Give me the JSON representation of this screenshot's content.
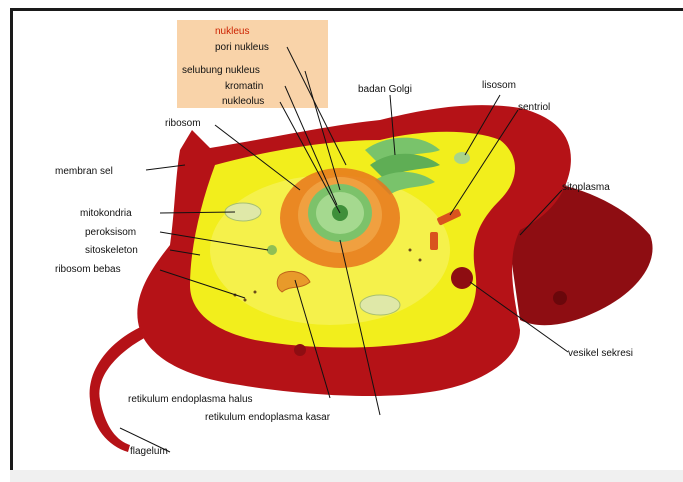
{
  "labels": {
    "nukleus": "nukleus",
    "pori_nukleus": "pori nukleus",
    "selubung_nukleus": "selubung nukleus",
    "kromatin": "kromatin",
    "nukleolus": "nukleolus",
    "badan_golgi": "badan Golgi",
    "lisosom": "lisosom",
    "sentriol": "sentriol",
    "ribosom": "ribosom",
    "membran_sel": "membran sel",
    "mitokondria": "mitokondria",
    "peroksisom": "peroksisom",
    "sitoskeleton": "sitoskeleton",
    "ribosom_bebas": "ribosom bebas",
    "sitoplasma": "sitoplasma",
    "vesikel_sekresi": "vesikel sekresi",
    "retikulum_halus": "retikulum endoplasma halus",
    "retikulum_kasar": "retikulum endoplasma kasar",
    "flagelum": "flagelum"
  },
  "colors": {
    "membrane": "#b51217",
    "membrane_dark": "#7a0a0e",
    "cytoplasm": "#f2ee1c",
    "nucleus_envelope": "#e8761c",
    "nucleus_inner": "#7cc26a",
    "golgi": "#79c36b",
    "label_box": "#f9d3a9",
    "highlight_label": "#cc2200"
  }
}
